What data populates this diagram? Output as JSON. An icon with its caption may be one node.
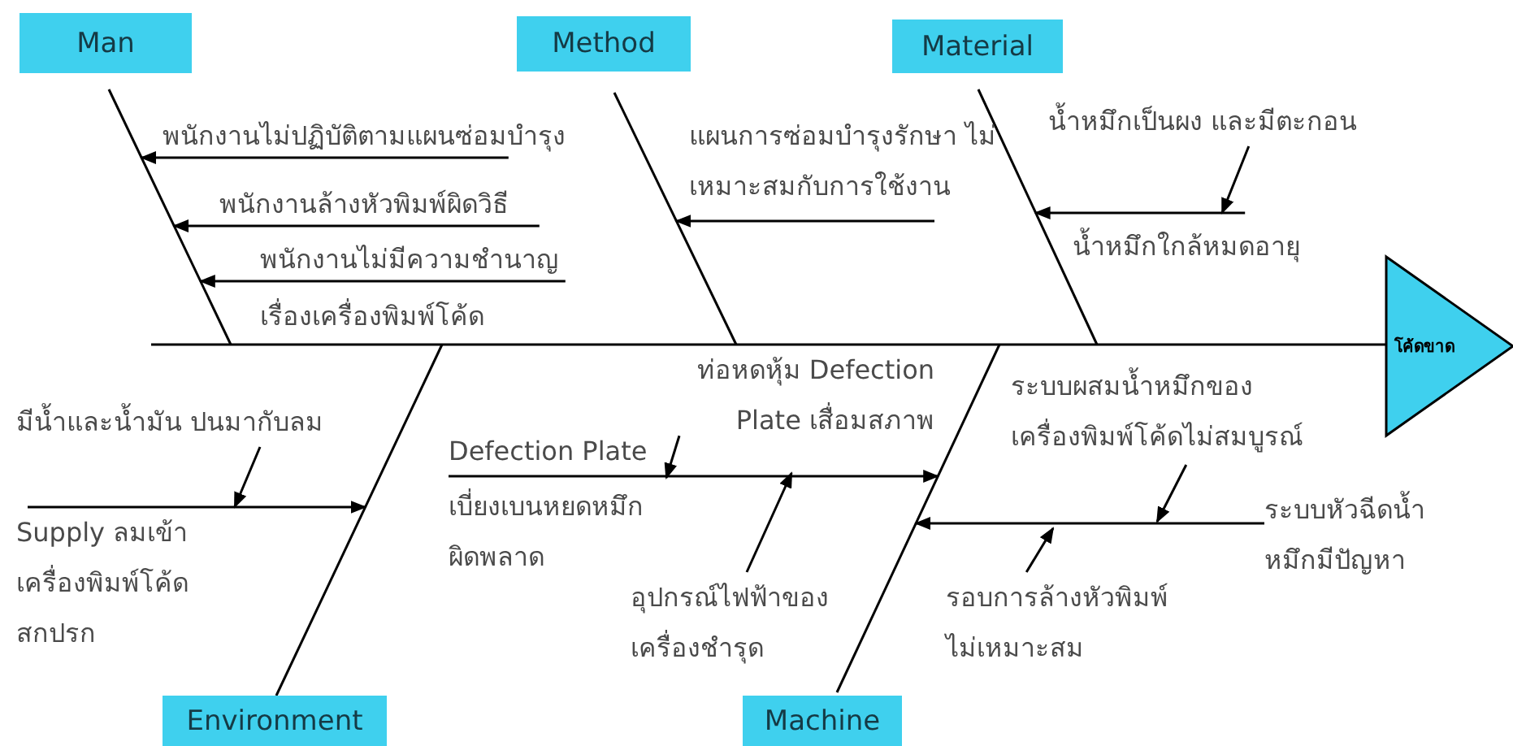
{
  "diagram": {
    "nodes": [
      {
        "text": [
          "Man"
        ]
      },
      {
        "text": [
          "Method"
        ]
      },
      {
        "text": [
          "Material"
        ]
      },
      {
        "text": [
          "Environment"
        ]
      },
      {
        "text": [
          "Machine"
        ]
      },
      {
        "text": [
          "โค้ดขาด"
        ]
      },
      {
        "text": [
          "พนักงานไม่ปฏิบัติตามแผนซ่อมบำรุง"
        ]
      },
      {
        "text": [
          "พนักงานล้างหัวพิมพ์ผิดวิธี"
        ]
      },
      {
        "text": [
          "พนักงานไม่มีความชำนาญ"
        ]
      },
      {
        "text": [
          "เรื่องเครื่องพิมพ์โค้ด"
        ]
      },
      {
        "text": [
          "แผนการซ่อมบำรุงรักษา ไม่เหมาะสมกับการใช้งาน"
        ]
      },
      {
        "text": [
          "น้ำหมึกเป็นผง และมีตะกอน"
        ]
      },
      {
        "text": [
          "น้ำหมึกใกล้หมดอายุ"
        ]
      },
      {
        "text": [
          "มีน้ำและน้ำมัน ปนมากับลม"
        ]
      },
      {
        "text": [
          "Supply ลมเข้า เครื่องพิมพ์โค้ด สกปรก"
        ]
      },
      {
        "text": [
          "Defection Plate"
        ]
      },
      {
        "text": [
          "เบี่ยงเบนหยดหมึก ผิดพลาด"
        ]
      },
      {
        "text": [
          "ท่อหดหุ้ม Defection Plate เสื่อมสภาพ"
        ]
      },
      {
        "text": [
          "อุปกรณ์ไฟฟ้าของ เครื่องชำรุด"
        ]
      },
      {
        "text": [
          "ระบบผสมน้ำหมึกของ เครื่องพิมพ์โค้ดไม่สมบูรณ์"
        ]
      },
      {
        "text": [
          "ระบบหัวฉีดน้ำ หมึกมีปัญหา"
        ]
      },
      {
        "text": [
          "รอบการล้างหัวพิมพ์ ไม่เหมาะสม"
        ]
      },
      {
        "text": [],
        "shape": "line"
      },
      {
        "text": [],
        "shape": "line"
      },
      {
        "text": [],
        "shape": "line"
      },
      {
        "text": [],
        "shape": "line"
      },
      {
        "text": [],
        "shape": "line"
      },
      {
        "text": [],
        "shape": "line"
      }
    ],
    "edges": [
      {
        "from": 6,
        "to": 22,
        "arrow": "to"
      },
      {
        "from": 7,
        "to": 22,
        "arrow": "to"
      },
      {
        "from": 8,
        "to": 22,
        "arrow": "to"
      },
      {
        "from": 10,
        "to": 23,
        "arrow": "to"
      },
      {
        "from": 11,
        "to": 12,
        "arrow": "to"
      },
      {
        "from": 12,
        "to": 24,
        "arrow": "to"
      },
      {
        "from": 13,
        "to": 14,
        "arrow": "to"
      },
      {
        "from": 14,
        "to": 25,
        "arrow": "to"
      },
      {
        "from": 15,
        "to": 26,
        "arrow": "to"
      },
      {
        "from": 17,
        "to": 16,
        "arrow": "to"
      },
      {
        "from": 18,
        "to": 17,
        "arrow": "to"
      },
      {
        "from": 19,
        "to": null,
        "arrow": "to"
      },
      {
        "from": 20,
        "to": 26,
        "arrow": "to"
      },
      {
        "from": 21,
        "to": null,
        "arrow": "to"
      }
    ]
  }
}
